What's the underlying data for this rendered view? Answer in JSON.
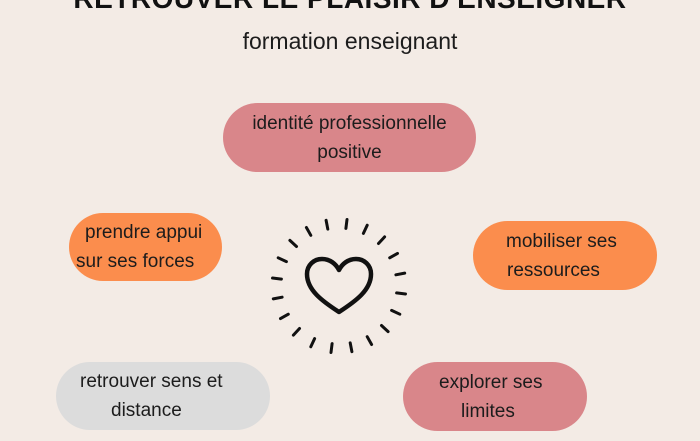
{
  "header": {
    "title": "RETROUVER LE PLAISIR D'ENSEIGNER",
    "subtitle": "formation enseignant"
  },
  "nodes": {
    "identite": {
      "line1": "identité professionnelle",
      "line2": "positive",
      "color": "#d9868a"
    },
    "appui": {
      "line1": "prendre appui",
      "line2": "sur ses forces",
      "color": "#fb8d4d"
    },
    "ressources": {
      "line1": "mobiliser ses",
      "line2": "ressources",
      "color": "#fb8d4d"
    },
    "sens": {
      "line1": "retrouver  sens et",
      "line2": "distance",
      "color": "#dcdcdc"
    },
    "limites": {
      "line1": "explorer ses",
      "line2": "limites",
      "color": "#d9868a"
    }
  },
  "center_icon": "heart-icon",
  "colors": {
    "background": "#f3ebe5",
    "text": "#1c1c1c"
  }
}
